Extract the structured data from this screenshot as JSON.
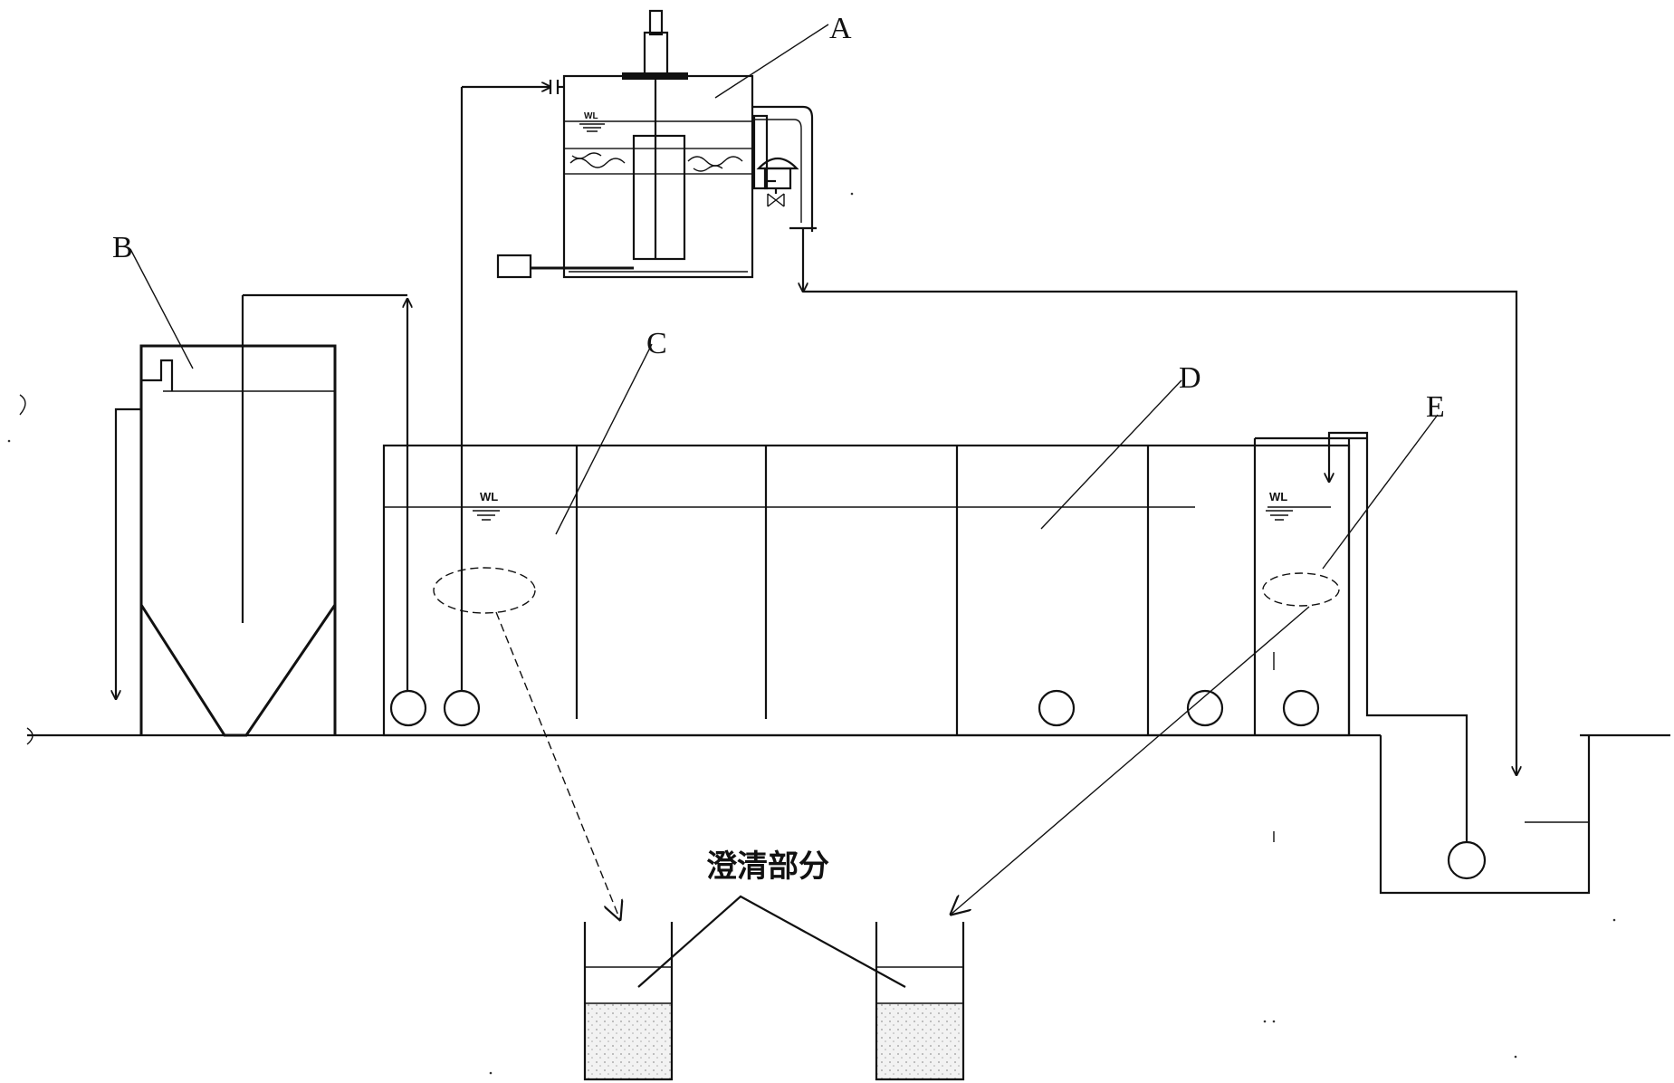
{
  "labels": {
    "A": "A",
    "B": "B",
    "C": "C",
    "D": "D",
    "E": "E"
  },
  "water_level_marks": [
    "WL",
    "WL",
    "WL"
  ],
  "caption": "澄清部分",
  "colors": {
    "line": "#111111",
    "background": "#ffffff",
    "sediment": "#d8d8d8"
  }
}
